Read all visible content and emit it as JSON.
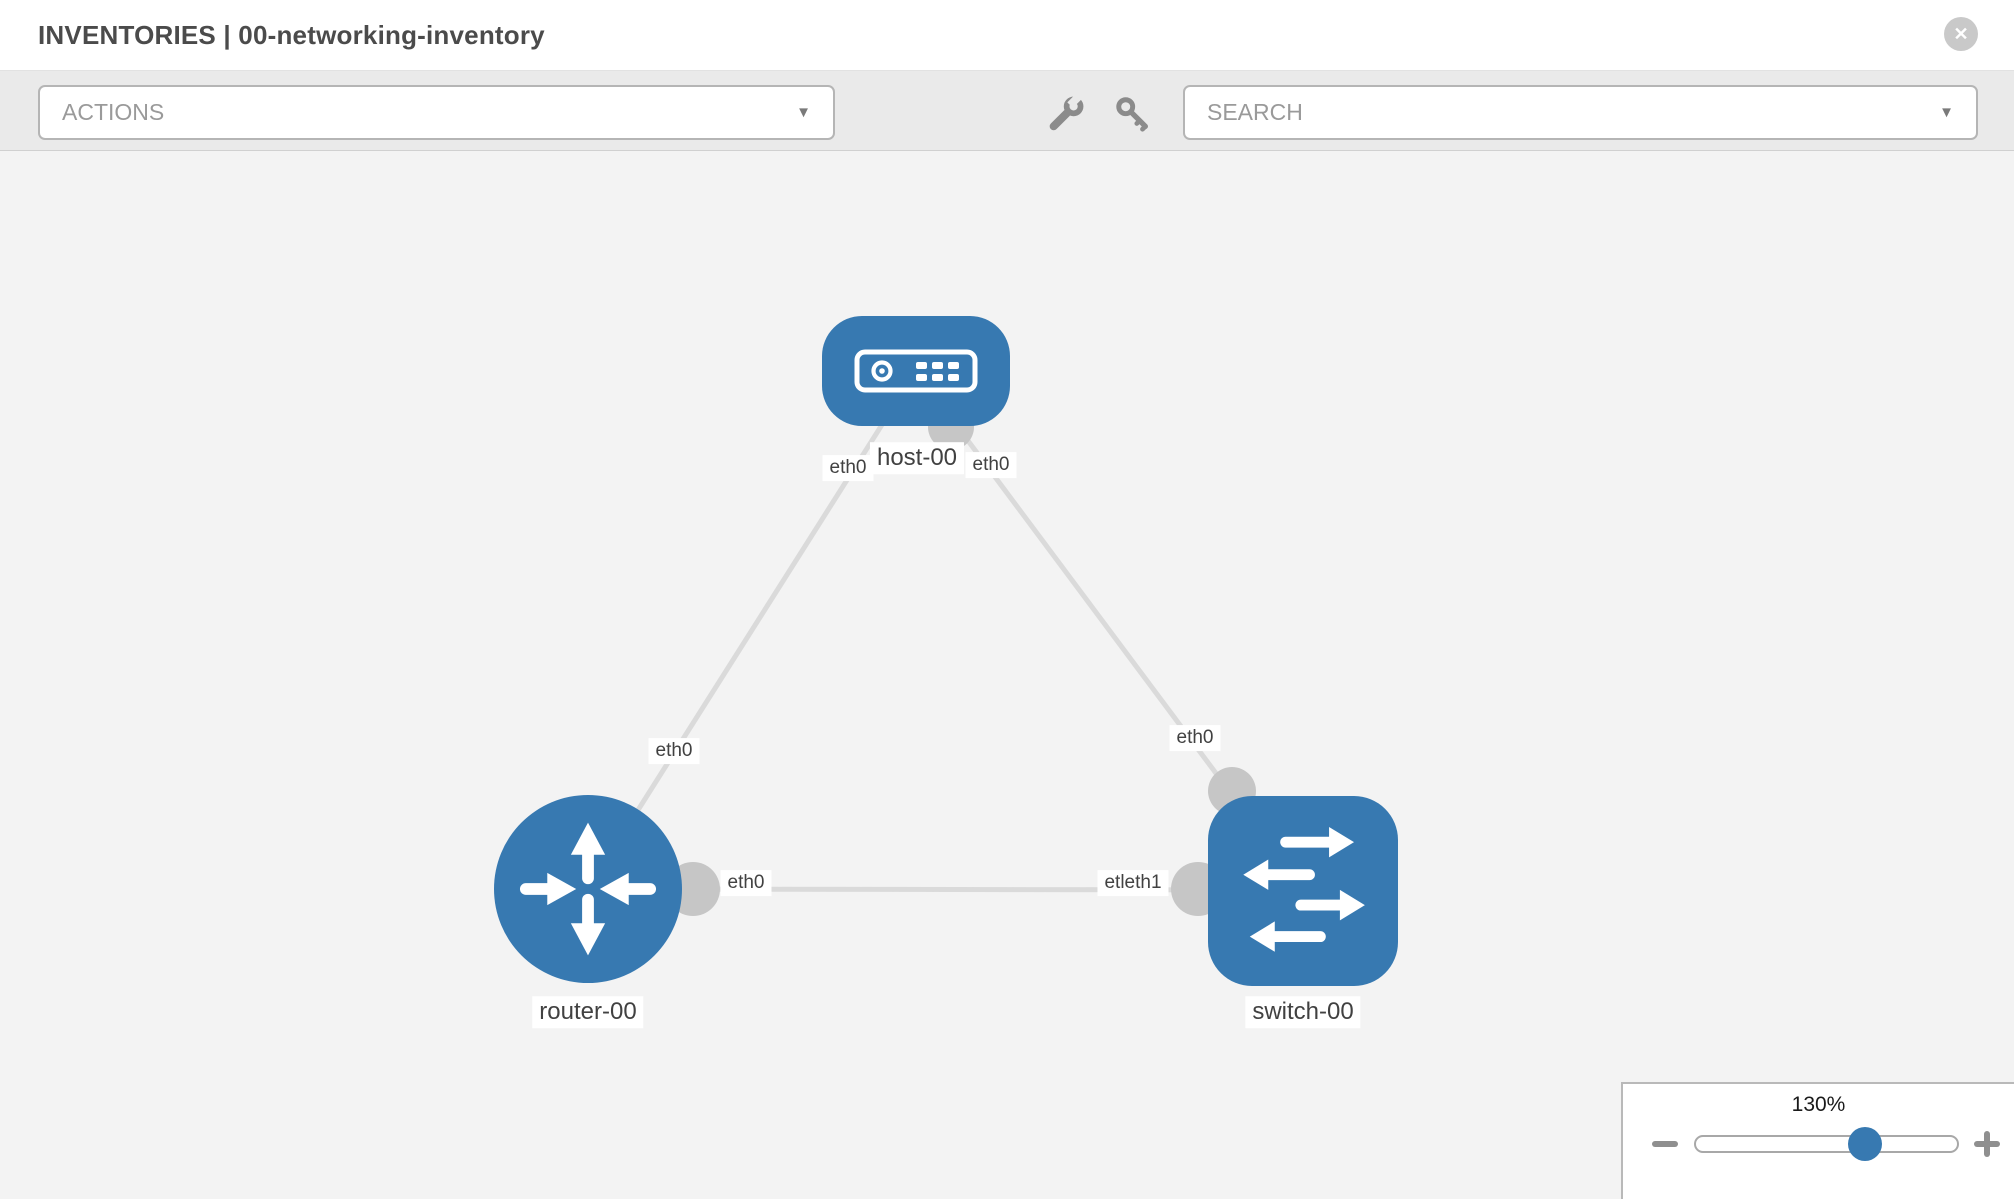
{
  "header": {
    "title": "INVENTORIES | 00-networking-inventory"
  },
  "toolbar": {
    "actions_placeholder": "ACTIONS",
    "search_placeholder": "SEARCH"
  },
  "icons": {
    "close": "✕",
    "dropdown_caret": "▼",
    "wrench": "wrench-icon",
    "key": "key-icon",
    "zoom_out": "minus-bar",
    "zoom_in": "plus-cross"
  },
  "topology": {
    "nodes": [
      {
        "id": "host-00",
        "type": "host",
        "label": "host-00"
      },
      {
        "id": "router-00",
        "type": "router",
        "label": "router-00"
      },
      {
        "id": "switch-00",
        "type": "switch",
        "label": "switch-00"
      }
    ],
    "links": [
      {
        "from": "host-00",
        "to": "router-00",
        "from_iface": "eth0",
        "to_iface": "eth0"
      },
      {
        "from": "host-00",
        "to": "switch-00",
        "from_iface": "eth0",
        "to_iface": "eth0"
      },
      {
        "from": "router-00",
        "to": "switch-00",
        "from_iface": "eth0",
        "to_iface_label": "etleth1"
      }
    ]
  },
  "zoom_control": {
    "level": "130%"
  },
  "colors": {
    "node_blue": "#3779b1",
    "link_gray": "#dadada",
    "port_gray": "#c6c6c6",
    "toolbar_bg": "#eaeaea",
    "canvas_bg": "#f3f3f3"
  }
}
